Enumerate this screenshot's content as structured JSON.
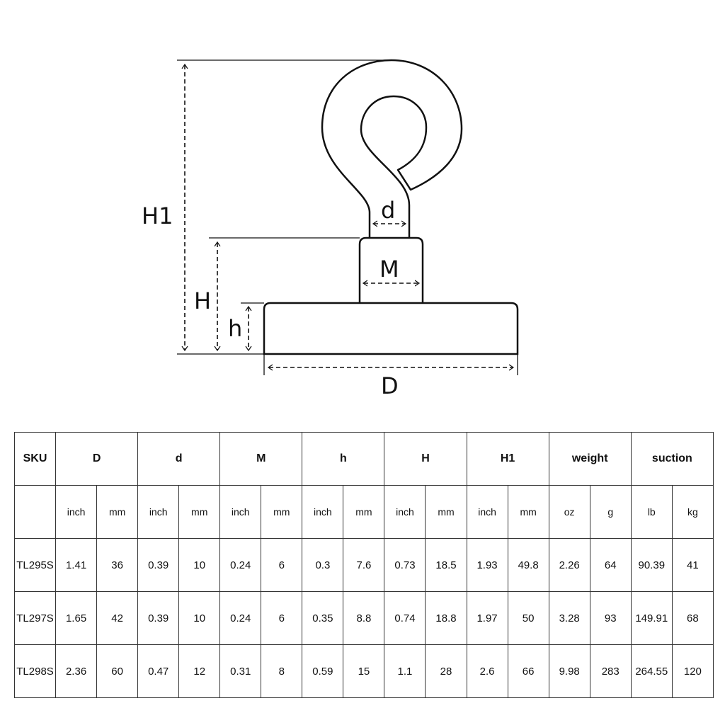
{
  "diagram": {
    "labels": {
      "H1": "H1",
      "d": "d",
      "M": "M",
      "H": "H",
      "h": "h",
      "D": "D"
    }
  },
  "table": {
    "sku_header": "SKU",
    "groups": [
      {
        "label": "D",
        "units": [
          "inch",
          "mm"
        ]
      },
      {
        "label": "d",
        "units": [
          "inch",
          "mm"
        ]
      },
      {
        "label": "M",
        "units": [
          "inch",
          "mm"
        ]
      },
      {
        "label": "h",
        "units": [
          "inch",
          "mm"
        ]
      },
      {
        "label": "H",
        "units": [
          "inch",
          "mm"
        ]
      },
      {
        "label": "H1",
        "units": [
          "inch",
          "mm"
        ]
      },
      {
        "label": "weight",
        "units": [
          "oz",
          "g"
        ]
      },
      {
        "label": "suction",
        "units": [
          "lb",
          "kg"
        ]
      }
    ],
    "rows": [
      {
        "sku": "TL295S",
        "values": [
          "1.41",
          "36",
          "0.39",
          "10",
          "0.24",
          "6",
          "0.3",
          "7.6",
          "0.73",
          "18.5",
          "1.93",
          "49.8",
          "2.26",
          "64",
          "90.39",
          "41"
        ]
      },
      {
        "sku": "TL297S",
        "values": [
          "1.65",
          "42",
          "0.39",
          "10",
          "0.24",
          "6",
          "0.35",
          "8.8",
          "0.74",
          "18.8",
          "1.97",
          "50",
          "3.28",
          "93",
          "149.91",
          "68"
        ]
      },
      {
        "sku": "TL298S",
        "values": [
          "2.36",
          "60",
          "0.47",
          "12",
          "0.31",
          "8",
          "0.59",
          "15",
          "1.1",
          "28",
          "2.6",
          "66",
          "9.98",
          "283",
          "264.55",
          "120"
        ]
      }
    ]
  }
}
